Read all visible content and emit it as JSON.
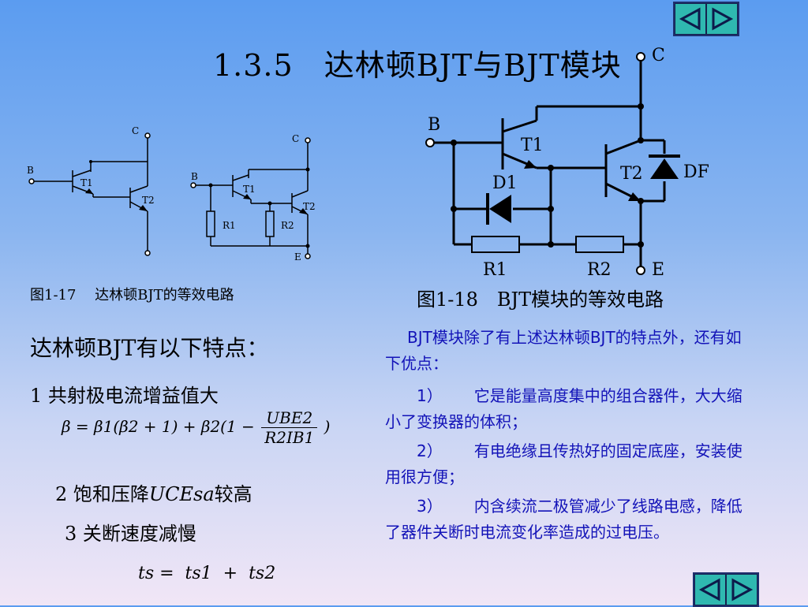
{
  "title": "1.3.5　达林顿BJT与BJT模块",
  "nav": {
    "prev_label": "◀",
    "next_label": "▶"
  },
  "fig17": {
    "caption": "图1-17　 达林顿BJT的等效电路",
    "labels": {
      "C1": "C",
      "B1": "B",
      "T1a": "T1",
      "T2a": "T2",
      "C2": "C",
      "B2": "B",
      "T1b": "T1",
      "T2b": "T2",
      "R1": "R1",
      "R2": "R2",
      "E2": "E"
    }
  },
  "fig18": {
    "caption": "图1-18　BJT模块的等效电路",
    "labels": {
      "C": "C",
      "B": "B",
      "T1": "T1",
      "T2": "T2",
      "D1": "D1",
      "DF": "DF",
      "R1": "R1",
      "R2": "R2",
      "E": "E"
    }
  },
  "left": {
    "heading": "达林顿BJT有以下特点：",
    "p1": "1 共射极电流增益值大",
    "formula": {
      "lhs": "β = β1(β2 + 1) + β2(1 −",
      "num": "UBE2",
      "den": "R2IB1",
      "rhs": ")"
    },
    "p2_prefix": "2 饱和压降",
    "p2_var": "UCEsa",
    "p2_suffix": "较高",
    "p3": "3 关断速度减慢",
    "formula2": "ts =  ts1  +  ts2"
  },
  "right": {
    "intro": "BJT模块除了有上述达林顿BJT的特点外，还有如下优点：",
    "items": [
      {
        "num": "1）",
        "text": "它是能量高度集中的组合器件，大大缩小了变换器的体积；"
      },
      {
        "num": "2）",
        "text": "有电绝缘且传热好的固定底座，安装使用很方便；"
      },
      {
        "num": "3）",
        "text": "内含续流二极管减少了线路电感，降低了器件关断时电流变化率造成的过电压。"
      }
    ]
  }
}
